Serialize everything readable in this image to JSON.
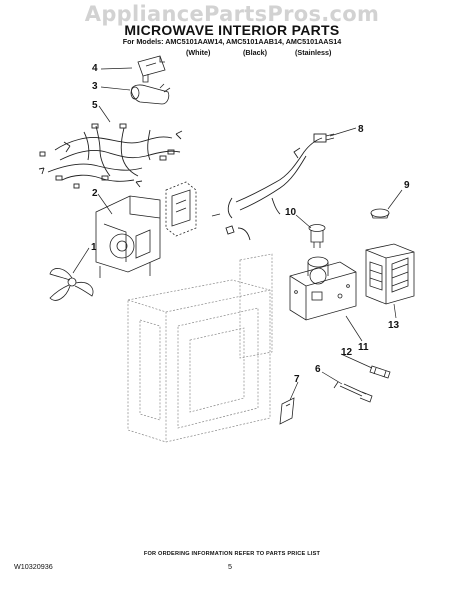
{
  "watermark": "AppliancePartsPros.com",
  "title": "MICROWAVE INTERIOR PARTS",
  "models_line": "For Models: AMC5101AAW14, AMC5101AAB14, AMC5101AAS14",
  "variants": [
    "(White)",
    "(Black)",
    "(Stainless)"
  ],
  "callouts": [
    {
      "id": "1",
      "label": "1"
    },
    {
      "id": "2",
      "label": "2"
    },
    {
      "id": "3",
      "label": "3"
    },
    {
      "id": "4",
      "label": "4"
    },
    {
      "id": "5",
      "label": "5"
    },
    {
      "id": "6",
      "label": "6"
    },
    {
      "id": "7",
      "label": "7"
    },
    {
      "id": "8",
      "label": "8"
    },
    {
      "id": "9",
      "label": "9"
    },
    {
      "id": "10",
      "label": "10"
    },
    {
      "id": "11",
      "label": "11"
    },
    {
      "id": "12",
      "label": "12"
    },
    {
      "id": "13",
      "label": "13"
    }
  ],
  "footer_note": "FOR ORDERING INFORMATION REFER TO PARTS PRICE LIST",
  "doc_id": "W10320936",
  "page_number": "5"
}
